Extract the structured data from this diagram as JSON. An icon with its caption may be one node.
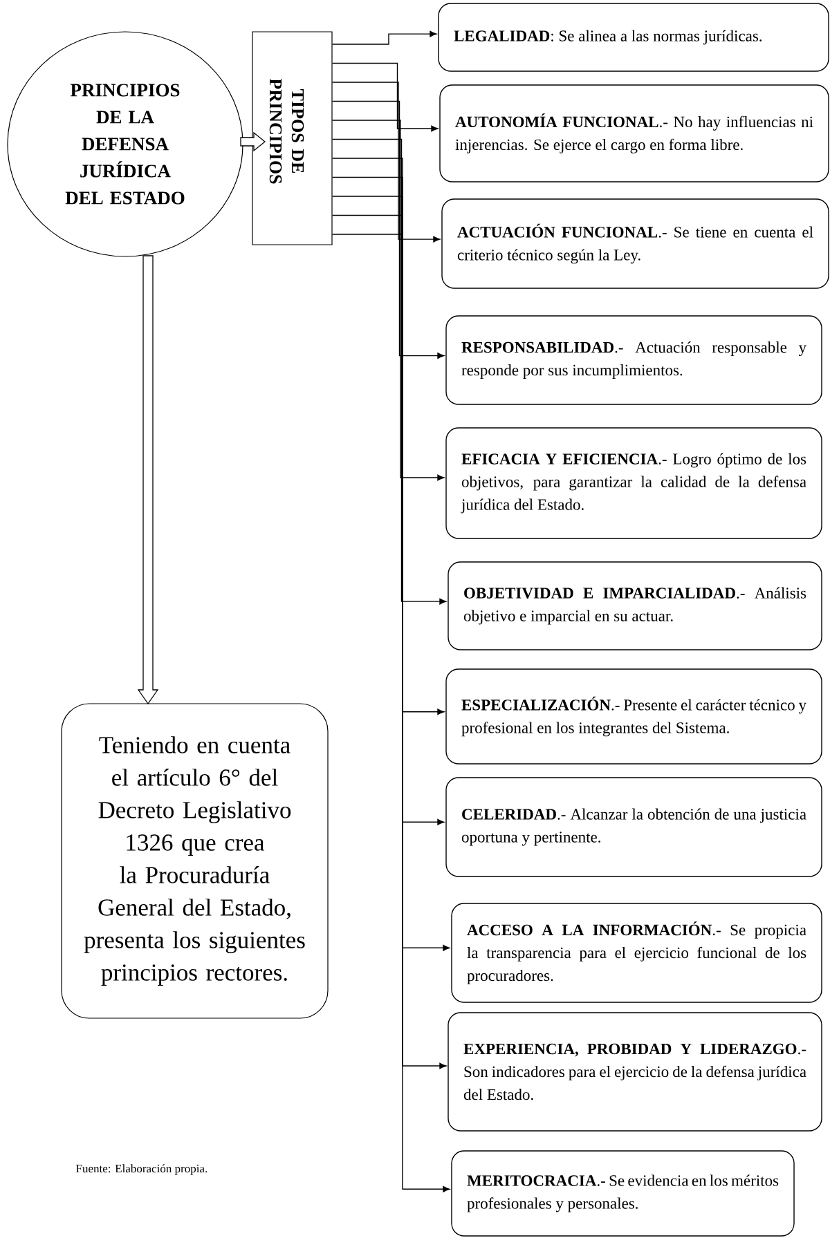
{
  "diagram": {
    "nodes": [
      {
        "text": [
          "PRINCIPIOS DE LA DEFENSA JURÍDICA DEL ESTADO"
        ]
      },
      {
        "text": [
          "TIPOS DE PRINCIPIOS"
        ]
      },
      {
        "text": [
          "**LEGALIDAD**: Se alinea a las normas jurídicas."
        ]
      },
      {
        "text": [
          "**AUTONOMÍA FUNCIONAL**.- No hay influencias ni injerencias. Se ejerce el cargo en forma libre."
        ]
      },
      {
        "text": [
          "**ACTUACIÓN FUNCIONAL**.- Se tiene en cuenta el criterio técnico según la Ley."
        ]
      },
      {
        "text": [
          "**RESPONSABILIDAD**.- Actuación responsable y responde por sus incumplimientos."
        ]
      },
      {
        "text": [
          "**EFICACIA Y EFICIENCIA**.- Logro óptimo de los objetivos, para garantizar la calidad de la defensa jurídica del Estado."
        ]
      },
      {
        "text": [
          "**OBJETIVIDAD E IMPARCIALIDAD**.- Análisis objetivo e imparcial en su actuar."
        ]
      },
      {
        "text": [
          "**ESPECIALIZACIÓN**.- Presente el carácter técnico y profesional en los integrantes del Sistema."
        ]
      },
      {
        "text": [
          "**CELERIDAD**.- Alcanzar la obtención de una justicia oportuna y pertinente."
        ]
      },
      {
        "text": [
          "**ACCESO A LA INFORMACIÓN**.- Se propicia la transparencia para el ejercicio funcional de los procuradores."
        ]
      },
      {
        "text": [
          "**EXPERIENCIA, PROBIDAD Y LIDERAZGO**.- Son indicadores para el ejercicio de la defensa jurídica del Estado."
        ]
      },
      {
        "text": [
          "**MERITOCRACIA**.- Se evidencia en los méritos profesionales y personales."
        ]
      },
      {
        "text": [
          "Teniendo en cuenta el artículo 6° del Decreto Legislativo 1326 que crea la Procuraduría General del Estado, presenta los siguientes principios rectores."
        ]
      }
    ],
    "edges": [
      {
        "from": 0,
        "to": 1,
        "arrow": "to",
        "style": "thick"
      },
      {
        "from": 0,
        "to": 13,
        "arrow": "to",
        "style": "thick"
      },
      {
        "from": 1,
        "to": 2,
        "arrow": "to"
      },
      {
        "from": 1,
        "to": 3,
        "arrow": "to"
      },
      {
        "from": 1,
        "to": 4,
        "arrow": "to"
      },
      {
        "from": 1,
        "to": 5,
        "arrow": "to"
      },
      {
        "from": 1,
        "to": 6,
        "arrow": "to"
      },
      {
        "from": 1,
        "to": 7,
        "arrow": "to"
      },
      {
        "from": 1,
        "to": 8,
        "arrow": "to"
      },
      {
        "from": 1,
        "to": 9,
        "arrow": "to"
      },
      {
        "from": 1,
        "to": 10,
        "arrow": "to"
      },
      {
        "from": 1,
        "to": 11,
        "arrow": "to"
      },
      {
        "from": 1,
        "to": 12,
        "arrow": "to"
      }
    ],
    "labels": [
      "Fuente: Elaboración propia."
    ]
  }
}
